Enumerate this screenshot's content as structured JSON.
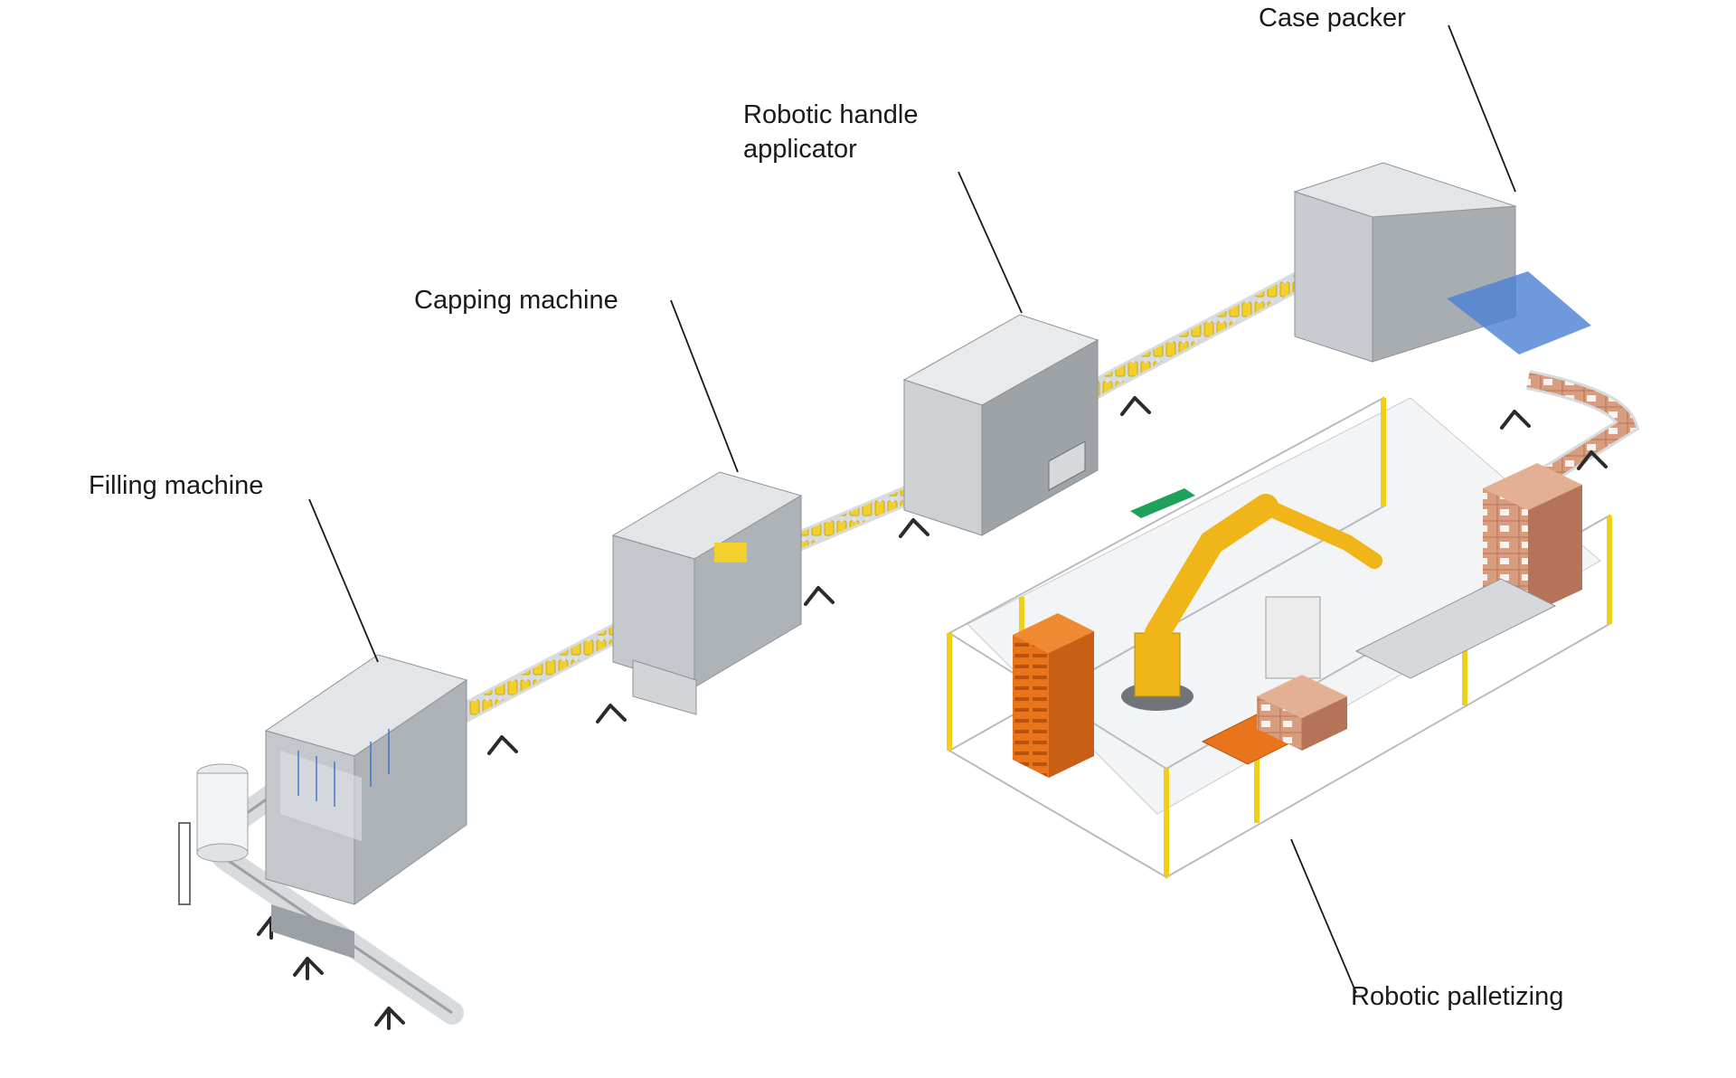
{
  "labels": {
    "filling_machine": "Filling machine",
    "capping_machine": "Capping machine",
    "robotic_handle_applicator": [
      "Robotic handle",
      "applicator"
    ],
    "case_packer": "Case packer",
    "robotic_palletizing": "Robotic palletizing"
  },
  "colors": {
    "background": "#ffffff",
    "machine_body": "#bfc3c7",
    "machine_dark": "#8d9297",
    "glass": "#dfe3e6",
    "bottles": "#f2cf2b",
    "robot": "#f0b518",
    "pallet": "#e8741c",
    "cartons": "#d89c7e",
    "fence_post": "#f1cf18",
    "panel_green": "#1ea15a",
    "leader_line": "#1a1a1a"
  }
}
